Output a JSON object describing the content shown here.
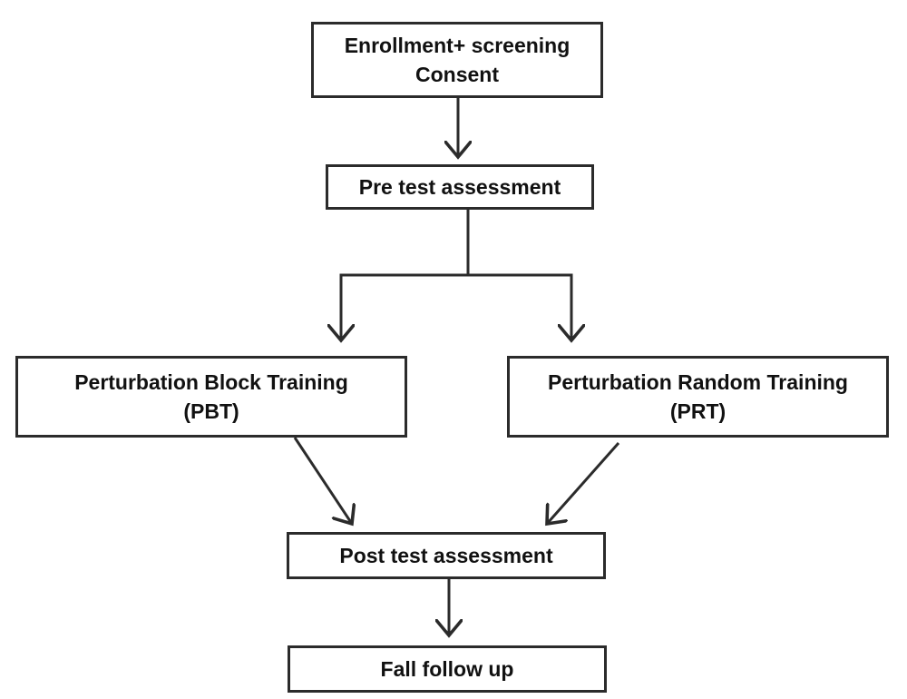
{
  "nodes": {
    "enrollment": {
      "line1": "Enrollment+ screening",
      "line2": "Consent"
    },
    "pretest": {
      "label": "Pre test assessment"
    },
    "pbt": {
      "line1": "Perturbation Block Training",
      "line2": "(PBT)"
    },
    "prt": {
      "line1": "Perturbation Random Training",
      "line2": "(PRT)"
    },
    "posttest": {
      "label": "Post test assessment"
    },
    "followup": {
      "label": "Fall follow up"
    }
  },
  "colors": {
    "line": "#2b2b2b",
    "text": "#111111"
  }
}
